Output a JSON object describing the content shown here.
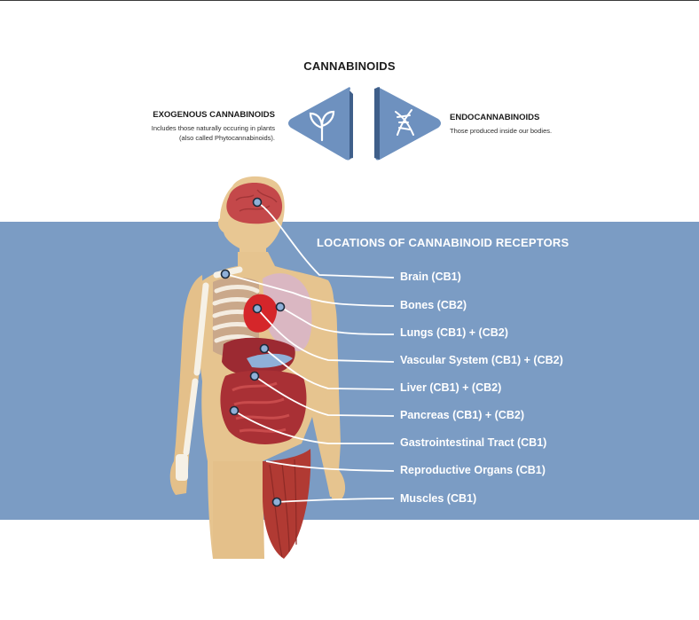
{
  "header": {
    "title": "CANNABINOIDS"
  },
  "exogenous": {
    "heading": "EXOGENOUS CANNABINOIDS",
    "line1": "Includes those naturally occuring in plants",
    "line2": "(also called Phytocannabinoids)."
  },
  "endogenous": {
    "heading": "ENDOCANNABINOIDS",
    "line1": "Those produced inside our bodies."
  },
  "receptors": {
    "title": "LOCATIONS OF CANNABINOID RECEPTORS",
    "items": [
      {
        "label": "Brain (CB1)"
      },
      {
        "label": "Bones (CB2)"
      },
      {
        "label": "Lungs (CB1) + (CB2)"
      },
      {
        "label": "Vascular System (CB1) + (CB2)"
      },
      {
        "label": "Liver (CB1) + (CB2)"
      },
      {
        "label": "Pancreas (CB1) + (CB2)"
      },
      {
        "label": "Gastrointestinal Tract (CB1)"
      },
      {
        "label": "Reproductive Organs (CB1)"
      },
      {
        "label": "Muscles (CB1)"
      }
    ]
  },
  "icons": {
    "left_badge": "plant-sprout-icon",
    "right_badge": "dna-helix-icon"
  },
  "colors": {
    "band": "#7b9cc4",
    "badge": "#6e91bf",
    "badge_shadow": "#3f5f8a",
    "skin": "#e6c48f",
    "organ_red": "#b8322f",
    "lung": "#d8b6c8",
    "marker": "#8fb0d8"
  }
}
